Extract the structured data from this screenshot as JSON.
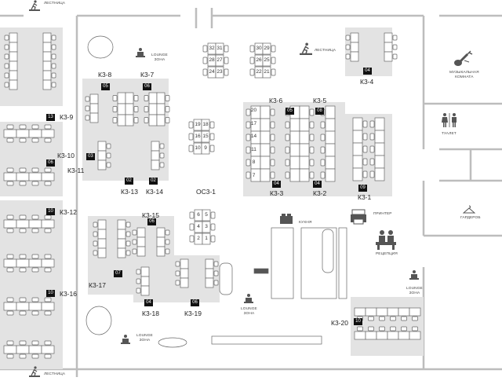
{
  "zones": {
    "k3_1": "К3-1",
    "k3_2": "К3-2",
    "k3_3": "К3-3",
    "k3_4": "К3-4",
    "k3_5": "К3-5",
    "k3_6": "К3-6",
    "k3_7": "К3-7",
    "k3_8": "К3-8",
    "k3_9": "К3-9",
    "k3_10": "К3-10",
    "k3_11": "К3-11",
    "k3_12": "К3-12",
    "k3_13": "К3-13",
    "k3_14": "К3-14",
    "k3_15": "К3-15",
    "k3_16": "К3-16",
    "k3_17": "К3-17",
    "k3_18": "К3-18",
    "k3_19": "К3-19",
    "k3_20": "К3-20",
    "os3_1": "ОС3-1"
  },
  "seat_counts": {
    "k3_1": "09",
    "k3_2": "04",
    "k3_3": "04",
    "k3_4": "04",
    "k3_5": "08",
    "k3_6": "05",
    "k3_7": "06",
    "k3_8": "05",
    "k3_9": "13",
    "k3_10": "06",
    "k3_11": "03",
    "k3_12": "10",
    "k3_13": "02",
    "k3_14": "02",
    "k3_15": "06",
    "k3_16": "10",
    "k3_17": "07",
    "k3_18": "04",
    "k3_19": "06",
    "k3_20": "10"
  },
  "room_labels": {
    "stairs_top_left": "ЛЕСТНИЦА",
    "stairs_top_mid": "ЛЕСТНИЦА",
    "stairs_bottom": "ЛЕСТНИЦА",
    "lounge_top": "LOUNGE\nЗОНА",
    "lounge_mid": "LOUNGE\nЗОНА",
    "lounge_bottom_left": "LOUNGE\nЗОНА",
    "lounge_right": "LOUNGE\nЗОНА",
    "music_room": "МУЗЫКАЛЬНАЯ\nКОМНАТА",
    "toilet": "ТУАЛЕТ",
    "wardrobe": "ГАРДЕРОБ",
    "printer": "ПРИНТЕР",
    "reception": "РЕЦЕПЦИЯ",
    "kitchen": "КУХНЯ"
  },
  "seat_grids": {
    "grid_a": {
      "left": [
        "32",
        "28",
        "24"
      ],
      "right": [
        "31",
        "27",
        "23"
      ]
    },
    "grid_b": {
      "left": [
        "30",
        "26",
        "22"
      ],
      "right": [
        "29",
        "25",
        "21"
      ]
    },
    "grid_os": {
      "left": [
        "19",
        "16",
        "10"
      ],
      "right": [
        "18",
        "15",
        "9"
      ]
    },
    "grid_c": {
      "left": [
        "6",
        "4",
        "2"
      ],
      "right": [
        "5",
        "3",
        "1"
      ]
    },
    "column_k3_6": [
      "20",
      "17",
      "14",
      "11",
      "8",
      "7"
    ]
  },
  "colors": {
    "zone_fill": "#e3e3e3",
    "wall": "#c8c8c8",
    "line": "#555555",
    "badge": "#111111"
  }
}
